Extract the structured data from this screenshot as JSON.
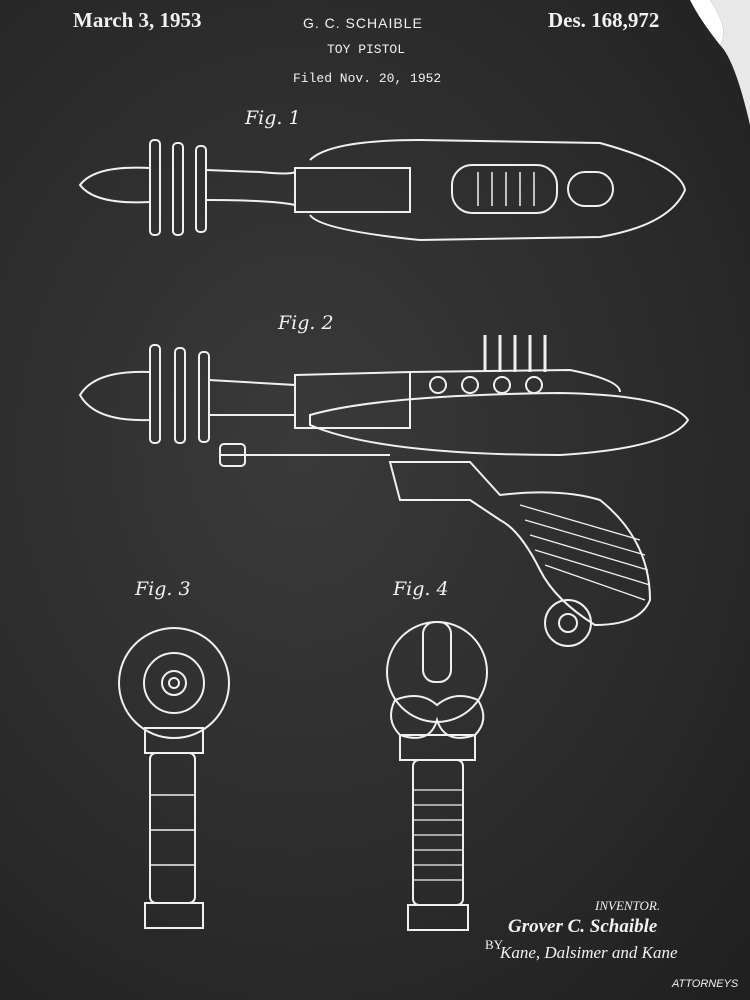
{
  "header": {
    "date": "March 3, 1953",
    "patent_number": "Des. 168,972",
    "inventor_short": "G. C. SCHAIBLE",
    "title": "TOY PISTOL",
    "filed": "Filed Nov. 20, 1952"
  },
  "figures": [
    {
      "label": "Fig. 1"
    },
    {
      "label": "Fig. 2"
    },
    {
      "label": "Fig. 3"
    },
    {
      "label": "Fig. 4"
    }
  ],
  "signature": {
    "inventor_label": "INVENTOR.",
    "inventor_name": "Grover C. Schaible",
    "by_label": "BY",
    "attorneys_names": "Kane, Dalsimer and Kane",
    "attorneys_label": "ATTORNEYS"
  }
}
